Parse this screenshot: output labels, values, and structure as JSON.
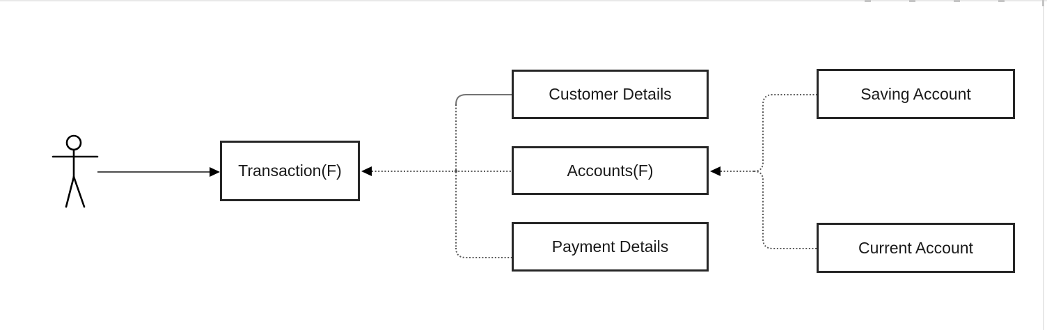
{
  "diagram": {
    "nodes": {
      "transaction": {
        "label": "Transaction(F)"
      },
      "customer_details": {
        "label": "Customer Details"
      },
      "accounts": {
        "label": "Accounts(F)"
      },
      "payment_details": {
        "label": "Payment Details"
      },
      "saving_account": {
        "label": "Saving Account"
      },
      "current_account": {
        "label": "Current Account"
      }
    },
    "actor": {
      "type": "stick-figure"
    },
    "edges": [
      {
        "id": "actor-to-transaction",
        "style": "solid",
        "arrow_into": "transaction"
      },
      {
        "id": "middle-group-to-transaction",
        "style": "dotted",
        "arrow_into": "transaction",
        "group": [
          "customer_details",
          "accounts",
          "payment_details"
        ]
      },
      {
        "id": "accounts-group-to-accounts",
        "style": "dotted",
        "arrow_into": "accounts",
        "group": [
          "saving_account",
          "current_account"
        ]
      }
    ],
    "colors": {
      "node_border": "#262626",
      "node_fill": "#ffffff",
      "label_text": "#1a1a1a",
      "solid_line": "#4d4d4d",
      "solid_gray_line": "#737373",
      "dotted_line": "#595959",
      "arrowhead": "#000000",
      "page_edge": "#e8e8e8",
      "page_edge_dash": "#c4c4c4",
      "background": "#ffffff"
    }
  }
}
